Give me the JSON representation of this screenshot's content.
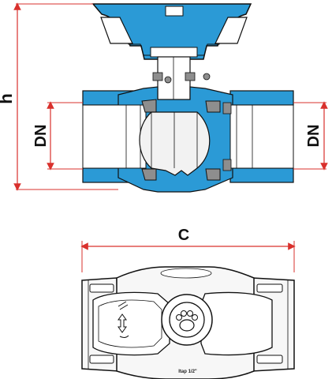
{
  "dimensions": {
    "height_label": "h",
    "bore_label_left": "DN",
    "bore_label_right": "DN",
    "length_label": "C"
  },
  "markings": {
    "brand_bottom": "Itap 1/2\""
  },
  "colors": {
    "body_blue": "#2b9ad6",
    "dimension_red": "#d9302c",
    "outline": "#111111",
    "insert_gray": "#8e8e8e",
    "ball_light": "#f2f2f2",
    "top_view_fill": "#f7f7f7"
  },
  "icons": {
    "top_handle": "lever-handle-icon",
    "center_logo": "paw-logo-icon",
    "flow_direction": "double-arrow-icon"
  }
}
